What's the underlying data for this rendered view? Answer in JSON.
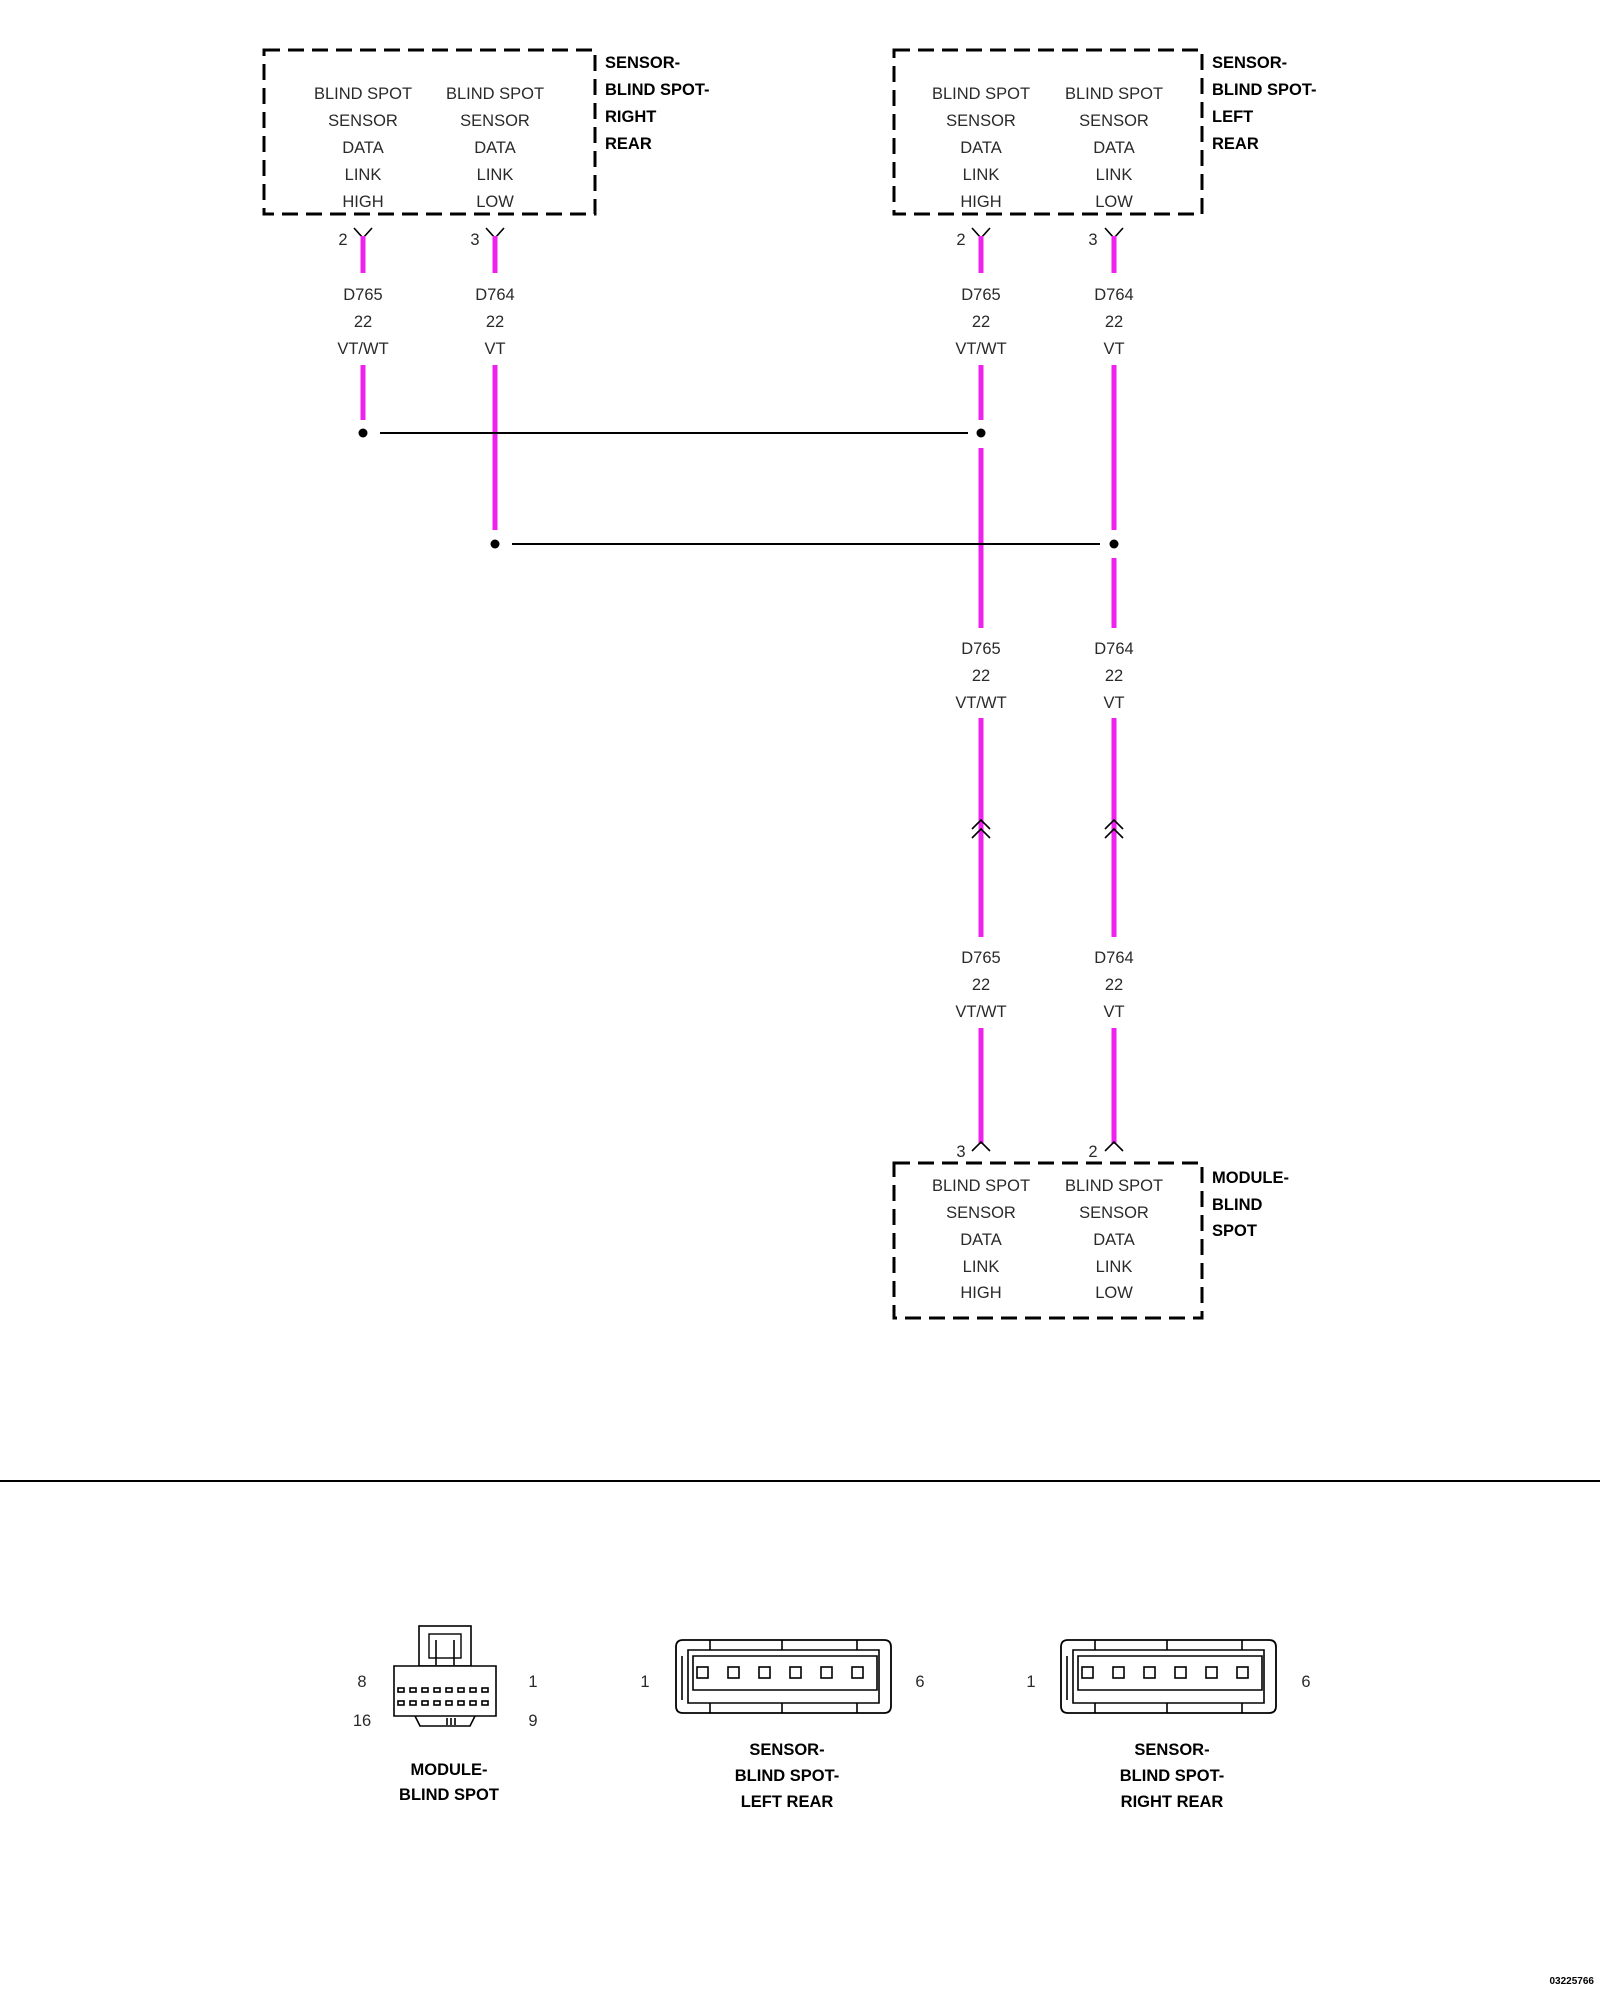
{
  "components": {
    "sensor_right": {
      "title": [
        "SENSOR-",
        "BLIND SPOT-",
        "RIGHT",
        "REAR"
      ],
      "pin_high": [
        "BLIND SPOT",
        "SENSOR",
        "DATA",
        "LINK",
        "HIGH"
      ],
      "pin_low": [
        "BLIND SPOT",
        "SENSOR",
        "DATA",
        "LINK",
        "LOW"
      ],
      "pin_high_no": "2",
      "pin_low_no": "3"
    },
    "sensor_left": {
      "title": [
        "SENSOR-",
        "BLIND SPOT-",
        "LEFT",
        "REAR"
      ],
      "pin_high": [
        "BLIND SPOT",
        "SENSOR",
        "DATA",
        "LINK",
        "HIGH"
      ],
      "pin_low": [
        "BLIND SPOT",
        "SENSOR",
        "DATA",
        "LINK",
        "LOW"
      ],
      "pin_high_no": "2",
      "pin_low_no": "3"
    },
    "module": {
      "title": [
        "MODULE-",
        "BLIND",
        "SPOT"
      ],
      "pin_high": [
        "BLIND SPOT",
        "SENSOR",
        "DATA",
        "LINK",
        "HIGH"
      ],
      "pin_low": [
        "BLIND SPOT",
        "SENSOR",
        "DATA",
        "LINK",
        "LOW"
      ],
      "pin_high_no": "3",
      "pin_low_no": "2"
    }
  },
  "wires": {
    "high": [
      "D765",
      "22",
      "VT/WT"
    ],
    "low": [
      "D764",
      "22",
      "VT"
    ]
  },
  "colors": {
    "wire": "#ee22ee",
    "line": "#000000"
  },
  "connectors": {
    "module": {
      "title": [
        "MODULE-",
        "BLIND SPOT"
      ],
      "pins": {
        "top_left": "8",
        "top_right": "1",
        "bottom_left": "16",
        "bottom_right": "9"
      }
    },
    "sensor_left": {
      "title": [
        "SENSOR-",
        "BLIND SPOT-",
        "LEFT REAR"
      ],
      "pins": {
        "left": "1",
        "right": "6"
      }
    },
    "sensor_right": {
      "title": [
        "SENSOR-",
        "BLIND SPOT-",
        "RIGHT REAR"
      ],
      "pins": {
        "left": "1",
        "right": "6"
      }
    }
  },
  "figure_id": "03225766"
}
